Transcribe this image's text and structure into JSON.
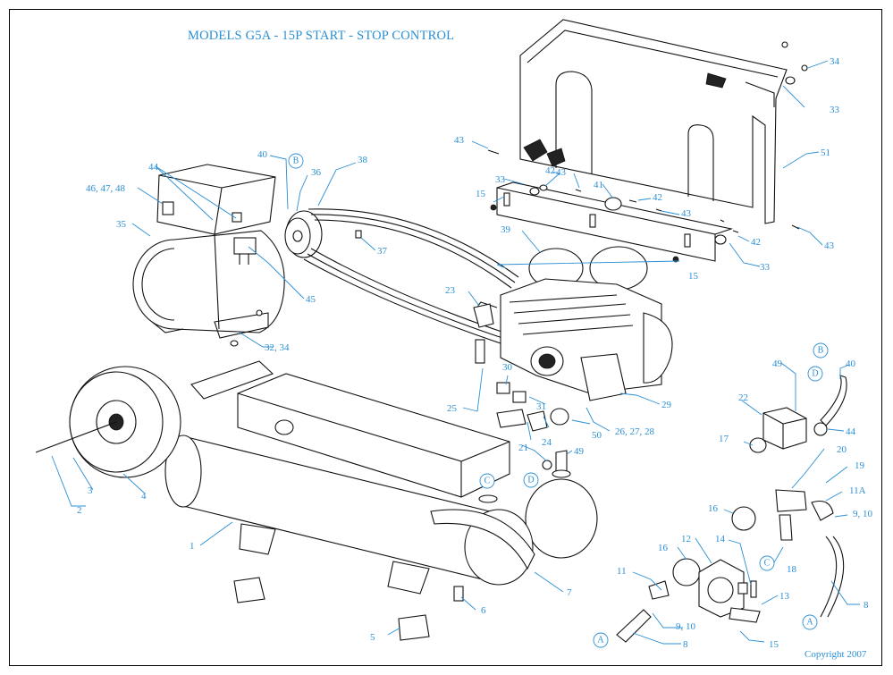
{
  "title": "MODELS G5A - 15P START - STOP CONTROL",
  "copyright": "Copyright 2007",
  "callouts": [
    {
      "id": "c1",
      "text": "1"
    },
    {
      "id": "c2",
      "text": "2"
    },
    {
      "id": "c3",
      "text": "3"
    },
    {
      "id": "c4",
      "text": "4"
    },
    {
      "id": "c5",
      "text": "5"
    },
    {
      "id": "c6",
      "text": "6"
    },
    {
      "id": "c7",
      "text": "7"
    },
    {
      "id": "c8a",
      "text": "8"
    },
    {
      "id": "c8b",
      "text": "8"
    },
    {
      "id": "c910a",
      "text": "9, 10"
    },
    {
      "id": "c910b",
      "text": "9, 10"
    },
    {
      "id": "c11",
      "text": "11"
    },
    {
      "id": "c11a",
      "text": "11A"
    },
    {
      "id": "c12",
      "text": "12"
    },
    {
      "id": "c13",
      "text": "13"
    },
    {
      "id": "c14",
      "text": "14"
    },
    {
      "id": "c15a",
      "text": "15"
    },
    {
      "id": "c15b",
      "text": "15"
    },
    {
      "id": "c15c",
      "text": "15"
    },
    {
      "id": "c16a",
      "text": "16"
    },
    {
      "id": "c16b",
      "text": "16"
    },
    {
      "id": "c17",
      "text": "17"
    },
    {
      "id": "c18",
      "text": "18"
    },
    {
      "id": "c19",
      "text": "19"
    },
    {
      "id": "c20",
      "text": "20"
    },
    {
      "id": "c21",
      "text": "21"
    },
    {
      "id": "c22",
      "text": "22"
    },
    {
      "id": "c23",
      "text": "23"
    },
    {
      "id": "c24",
      "text": "24"
    },
    {
      "id": "c25",
      "text": "25"
    },
    {
      "id": "c262728",
      "text": "26, 27, 28"
    },
    {
      "id": "c29",
      "text": "29"
    },
    {
      "id": "c30",
      "text": "30"
    },
    {
      "id": "c31",
      "text": "31"
    },
    {
      "id": "c3234",
      "text": "32, 34"
    },
    {
      "id": "c33a",
      "text": "33"
    },
    {
      "id": "c33b",
      "text": "33"
    },
    {
      "id": "c33c",
      "text": "33"
    },
    {
      "id": "c34",
      "text": "34"
    },
    {
      "id": "c35",
      "text": "35"
    },
    {
      "id": "c36",
      "text": "36"
    },
    {
      "id": "c37",
      "text": "37"
    },
    {
      "id": "c38",
      "text": "38"
    },
    {
      "id": "c39",
      "text": "39"
    },
    {
      "id": "c40a",
      "text": "40"
    },
    {
      "id": "c40b",
      "text": "40"
    },
    {
      "id": "c41",
      "text": "41"
    },
    {
      "id": "c42a",
      "text": "42"
    },
    {
      "id": "c42b",
      "text": "42"
    },
    {
      "id": "c42c",
      "text": "42"
    },
    {
      "id": "c43a",
      "text": "43"
    },
    {
      "id": "c43b",
      "text": "43"
    },
    {
      "id": "c43c",
      "text": "43"
    },
    {
      "id": "c43d",
      "text": "43"
    },
    {
      "id": "c44a",
      "text": "44"
    },
    {
      "id": "c44b",
      "text": "44"
    },
    {
      "id": "c45",
      "text": "45"
    },
    {
      "id": "c464748",
      "text": "46, 47, 48"
    },
    {
      "id": "c49a",
      "text": "49"
    },
    {
      "id": "c49b",
      "text": "49"
    },
    {
      "id": "c50",
      "text": "50"
    },
    {
      "id": "c51",
      "text": "51"
    }
  ],
  "connectors": [
    {
      "id": "A1",
      "text": "A"
    },
    {
      "id": "A2",
      "text": "A"
    },
    {
      "id": "B1",
      "text": "B"
    },
    {
      "id": "B2",
      "text": "B"
    },
    {
      "id": "C1",
      "text": "C"
    },
    {
      "id": "C2",
      "text": "C"
    },
    {
      "id": "D1",
      "text": "D"
    },
    {
      "id": "D2",
      "text": "D"
    }
  ]
}
